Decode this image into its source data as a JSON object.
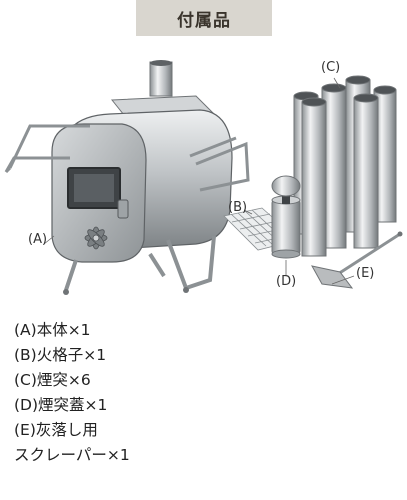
{
  "header": {
    "title": "付属品"
  },
  "callouts": {
    "a": "(A)",
    "b": "(B)",
    "c": "(C)",
    "d": "(D)",
    "e": "(E)"
  },
  "items": [
    "(A)本体×1",
    "(B)火格子×1",
    "(C)煙突×6",
    "(D)煙突蓋×1",
    "(E)灰落し用",
    "スクレーパー×1"
  ],
  "colors": {
    "header_bg": "#d9d6cf",
    "steel": "#b9bcbe",
    "steel_dark": "#6f7376",
    "steel_light": "#e6e8ea"
  }
}
